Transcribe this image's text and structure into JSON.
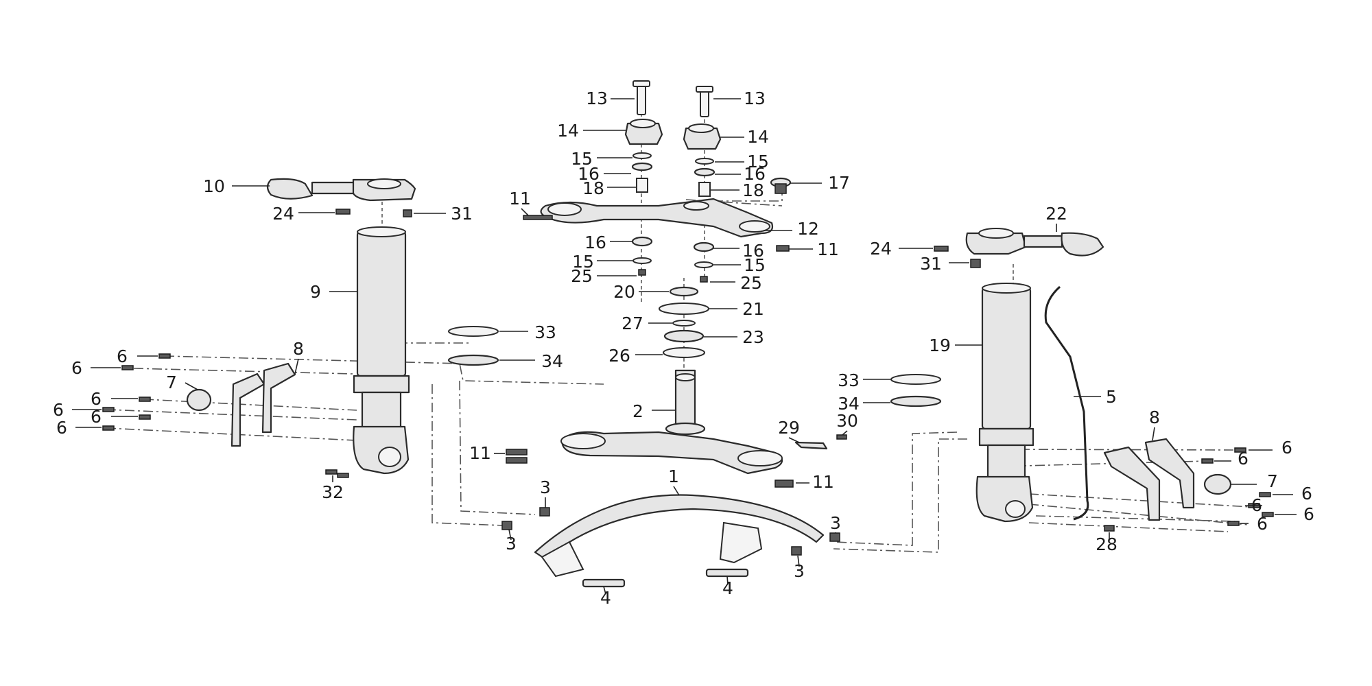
{
  "callouts": [
    {
      "label": "13"
    },
    {
      "label": "13"
    },
    {
      "label": "14"
    },
    {
      "label": "14"
    },
    {
      "label": "15"
    },
    {
      "label": "15"
    },
    {
      "label": "16"
    },
    {
      "label": "16"
    },
    {
      "label": "17"
    },
    {
      "label": "18"
    },
    {
      "label": "18"
    },
    {
      "label": "10"
    },
    {
      "label": "24"
    },
    {
      "label": "31"
    },
    {
      "label": "11"
    },
    {
      "label": "12"
    },
    {
      "label": "22"
    },
    {
      "label": "16"
    },
    {
      "label": "16"
    },
    {
      "label": "11"
    },
    {
      "label": "24"
    },
    {
      "label": "31"
    },
    {
      "label": "15"
    },
    {
      "label": "15"
    },
    {
      "label": "25"
    },
    {
      "label": "25"
    },
    {
      "label": "9"
    },
    {
      "label": "20"
    },
    {
      "label": "21"
    },
    {
      "label": "27"
    },
    {
      "label": "23"
    },
    {
      "label": "33"
    },
    {
      "label": "33"
    },
    {
      "label": "34"
    },
    {
      "label": "34"
    },
    {
      "label": "26"
    },
    {
      "label": "19"
    },
    {
      "label": "5"
    },
    {
      "label": "6"
    },
    {
      "label": "6"
    },
    {
      "label": "8"
    },
    {
      "label": "7"
    },
    {
      "label": "6"
    },
    {
      "label": "6"
    },
    {
      "label": "6"
    },
    {
      "label": "6"
    },
    {
      "label": "2"
    },
    {
      "label": "29"
    },
    {
      "label": "30"
    },
    {
      "label": "11"
    },
    {
      "label": "11"
    },
    {
      "label": "32"
    },
    {
      "label": "1"
    },
    {
      "label": "3"
    },
    {
      "label": "3"
    },
    {
      "label": "3"
    },
    {
      "label": "3"
    },
    {
      "label": "4"
    },
    {
      "label": "4"
    },
    {
      "label": "8"
    },
    {
      "label": "6"
    },
    {
      "label": "6"
    },
    {
      "label": "7"
    },
    {
      "label": "6"
    },
    {
      "label": "6"
    },
    {
      "label": "6"
    },
    {
      "label": "6"
    },
    {
      "label": "28"
    }
  ]
}
